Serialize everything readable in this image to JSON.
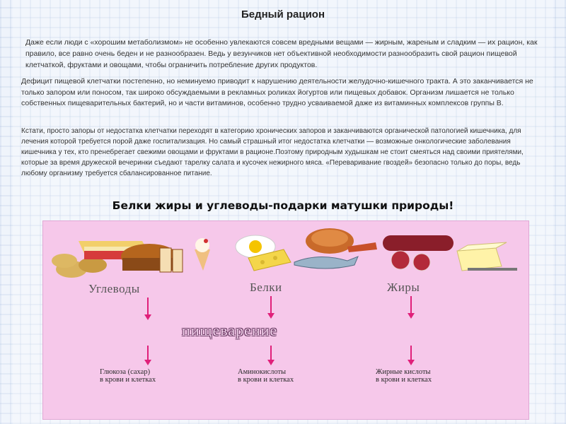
{
  "title": "Бедный рацион",
  "paragraph1": "Даже если люди с «хорошим метаболизмом» не особенно увлекаются совсем вредными вещами — жирным, жареным и сладким — их рацион, как правило, все равно очень беден и не разнообразен. Ведь у везунчиков нет объективной необходимости разнообразить свой рацион пищевой клетчаткой, фруктами и овощами, чтобы ограничить потребление других продуктов.",
  "paragraph2": "Дефицит пищевой клетчатки постепенно, но неминуемо приводит к нарушению деятельности желудочно-кишечного тракта. А это заканчивается не только запором или поносом, так широко обсуждаемыми в рекламных роликах йогуртов или пищевых добавок. Организм лишается не только собственных пищеварительных бактерий, но и части витаминов, особенно трудно усваиваемой даже из витаминных комплексов группы В.",
  "paragraph3": "Кстати, просто запоры от недостатка клетчатки переходят в категорию хронических запоров и заканчиваются органической патологией кишечника, для лечения которой требуется порой даже госпитализация. Но самый страшный итог недостатка клетчатки — возможные онкологические заболевания кишечника у тех, кто пренебрегает свежими овощами и фруктами в рационе.Поэтому природным худышкам не стоит смеяться над своими приятелями, которые за время дружеской вечеринки съедают тарелку салата и кусочек нежирного мяса. «Переваривание гвоздей» безопасно только до поры, ведь любому организму требуется сбалансированное питание.",
  "subtitle": "Белки жиры и углеводы-подарки матушки природы!",
  "diagram": {
    "carbs": "Углеводы",
    "proteins": "Белки",
    "fats": "Жиры",
    "digestion": "пищеварение",
    "result_carbs_1": "Глюкоза (сахар)",
    "result_carbs_2": "в крови и клетках",
    "result_prot_1": "Аминокислоты",
    "result_prot_2": "в крови и клетках",
    "result_fats_1": "Жирные кислоты",
    "result_fats_2": "в крови и клетках",
    "arrow_color": "#e0207a",
    "background": "#f6c8ea"
  }
}
